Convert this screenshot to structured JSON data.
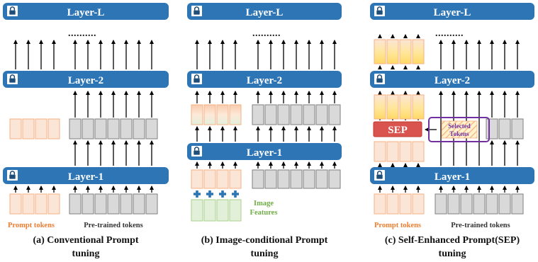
{
  "colors": {
    "layer_blue": "#2e75b6",
    "prompt_fill": "#fbe5d6",
    "prompt_stroke": "#f4b183",
    "pretrained_fill": "#d9d9d9",
    "pretrained_stroke": "#7f7f7f",
    "image_fill": "#e2f0d9",
    "image_stroke": "#a9d18e",
    "sep_red": "#d9534f",
    "selected_purple": "#7030a0",
    "selected_hatch": "#ffe699",
    "arrow": "#000000"
  },
  "icons": {
    "lock": "lock-icon",
    "plus": "plus-icon"
  },
  "panels": [
    {
      "id": "a",
      "layers": {
        "top": "Layer-L",
        "mid": "Layer-2",
        "bottom": "Layer-1"
      },
      "labels": {
        "prompt_tokens": "Prompt tokens",
        "pretrained_tokens": "Pre-trained tokens"
      },
      "ellipsis": "..........",
      "caption_line1": "(a) Conventional Prompt",
      "caption_line2": "tuning"
    },
    {
      "id": "b",
      "layers": {
        "top": "Layer-L",
        "mid": "Layer-2",
        "bottom": "Layer-1"
      },
      "labels": {
        "image_line1": "Image",
        "image_line2": "Features"
      },
      "ellipsis": "..........",
      "caption_line1": "(b) Image-conditional Prompt",
      "caption_line2": "tuning"
    },
    {
      "id": "c",
      "layers": {
        "top": "Layer-L",
        "mid": "Layer-2",
        "bottom": "Layer-1"
      },
      "labels": {
        "prompt_tokens": "Prompt tokens",
        "pretrained_tokens": "Pre-trained tokens",
        "sep": "SEP",
        "selected_line1": "Selected",
        "selected_line2": "Tokens"
      },
      "ellipsis": "..........",
      "caption_line1": "(c) Self-Enhanced Prompt(SEP)",
      "caption_line2": "tuning"
    }
  ]
}
